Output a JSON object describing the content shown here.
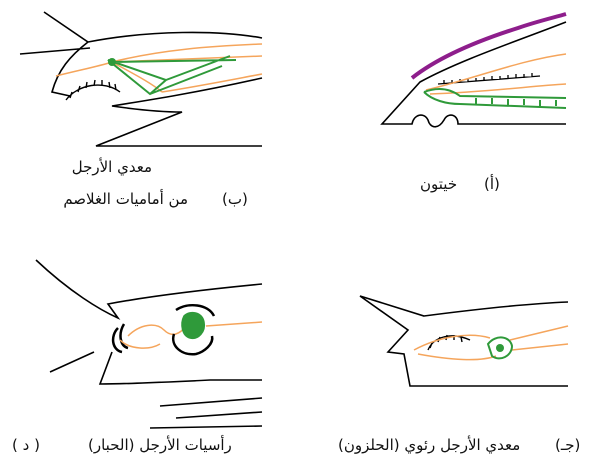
{
  "panels": {
    "b": {
      "line1": "معدي الأرجل",
      "line2": "من أماميات الغلاصم",
      "letter": "(ب)"
    },
    "a": {
      "name": "خيتون",
      "letter": "(أ)"
    },
    "d": {
      "name": "رأسيات الأرجل (الحبار)",
      "letter": "( د )"
    },
    "c": {
      "name": "معدي الأرجل رئوي (الحلزون)",
      "letter": "(جـ)"
    }
  },
  "colors": {
    "outline": "#000000",
    "nerve": "#f5a55c",
    "ganglion": "#2f9a3a",
    "shell": "#8e1e8c"
  }
}
